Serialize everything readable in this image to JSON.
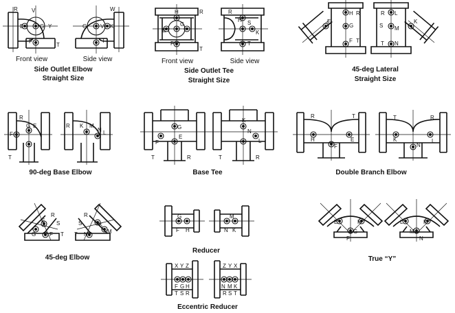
{
  "figures": [
    {
      "id": "side-outlet-elbow",
      "caption": [
        "Side Outlet Elbow",
        "Straight Size"
      ],
      "views": [
        {
          "label": "Front view",
          "letters": [
            "R",
            "V",
            "E",
            "G",
            "Y",
            "F",
            "T"
          ]
        },
        {
          "label": "Side view",
          "letters": [
            "W",
            "G",
            "V",
            "K",
            "T"
          ]
        }
      ]
    },
    {
      "id": "side-outlet-tee",
      "caption": [
        "Side Outlet Tee",
        "Straight Size"
      ],
      "views": [
        {
          "label": "Front view",
          "letters": [
            "R",
            "H",
            "E",
            "G",
            "F",
            "T"
          ]
        },
        {
          "label": "Side view",
          "letters": [
            "R",
            "H",
            "S",
            "K",
            "T"
          ]
        }
      ]
    },
    {
      "id": "lateral-45",
      "caption": [
        "45-deg Lateral",
        "Straight Size"
      ],
      "views": [
        {
          "label": "",
          "letters": [
            "H",
            "R",
            "E",
            "G",
            "F",
            "T"
          ]
        },
        {
          "label": "",
          "letters": [
            "L",
            "R",
            "S",
            "M",
            "K",
            "N",
            "T"
          ]
        }
      ]
    },
    {
      "id": "base-elbow-90",
      "caption": [
        "90-deg Base Elbow"
      ],
      "views": [
        {
          "label": "",
          "letters": [
            "R",
            "G",
            "E",
            "F",
            "T"
          ]
        },
        {
          "label": "",
          "letters": [
            "R",
            "K",
            "M",
            "N",
            "L"
          ]
        }
      ]
    },
    {
      "id": "base-tee",
      "caption": [
        "Base Tee"
      ],
      "views": [
        {
          "label": "",
          "letters": [
            "G",
            "E",
            "F",
            "T",
            "R"
          ]
        },
        {
          "label": "",
          "letters": [
            "K",
            "N",
            "L",
            "T",
            "R"
          ]
        }
      ]
    },
    {
      "id": "double-branch-elbow",
      "caption": [
        "Double Branch Elbow"
      ],
      "views": [
        {
          "label": "",
          "letters": [
            "R",
            "T",
            "H",
            "E",
            "F"
          ]
        },
        {
          "label": "",
          "letters": [
            "T",
            "R",
            "K",
            "L",
            "N"
          ]
        }
      ]
    },
    {
      "id": "elbow-45",
      "caption": [
        "45-deg Elbow"
      ],
      "views": [
        {
          "label": "",
          "letters": [
            "R",
            "E",
            "S",
            "G",
            "F",
            "T"
          ]
        },
        {
          "label": "",
          "letters": [
            "R",
            "S",
            "K",
            "M",
            "T",
            "N"
          ]
        }
      ]
    },
    {
      "id": "reducer",
      "caption": [
        "Reducer"
      ],
      "views": [
        {
          "label": "",
          "letters": [
            "G",
            "F",
            "H"
          ]
        },
        {
          "label": "",
          "letters": [
            "M",
            "N",
            "K"
          ]
        }
      ]
    },
    {
      "id": "eccentric-reducer",
      "caption": [
        "Eccentric Reducer"
      ],
      "views": [
        {
          "label": "",
          "letters": [
            "X",
            "Y",
            "Z",
            "F",
            "G",
            "H",
            "T",
            "S",
            "R"
          ]
        },
        {
          "label": "",
          "letters": [
            "Z",
            "Y",
            "X",
            "N",
            "M",
            "K",
            "R",
            "S",
            "T"
          ]
        }
      ]
    },
    {
      "id": "true-y",
      "caption": [
        "True “Y”"
      ],
      "views": [
        {
          "label": "",
          "letters": [
            "E",
            "H",
            "G",
            "F"
          ]
        },
        {
          "label": "",
          "letters": [
            "L",
            "K",
            "M",
            "N"
          ]
        }
      ]
    }
  ]
}
